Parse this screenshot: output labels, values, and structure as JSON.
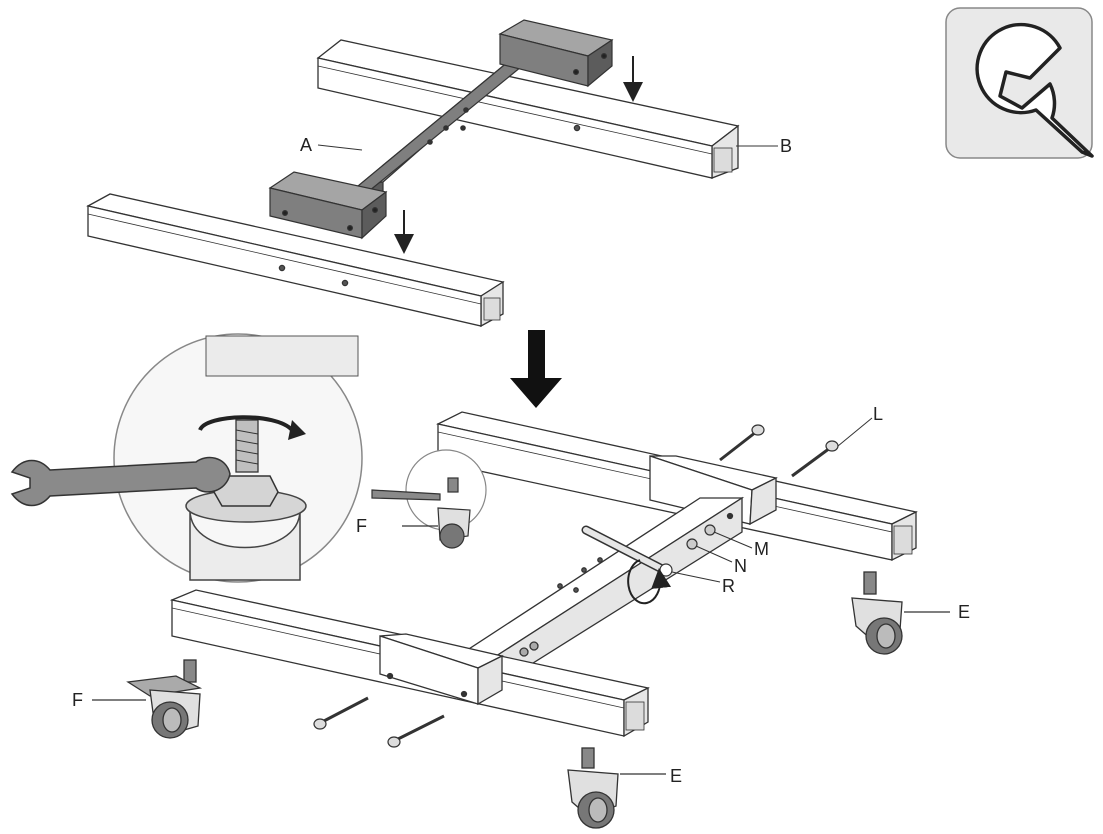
{
  "labels": {
    "A": "A",
    "B": "B",
    "L": "L",
    "M": "M",
    "N": "N",
    "R": "R",
    "E1": "E",
    "E2": "E",
    "F1": "F",
    "F2": "F"
  },
  "icons": {
    "tool": "wrench-icon"
  },
  "colors": {
    "line": "#333333",
    "frame_gray": "#7f7f7f",
    "frame_gray_dark": "#5c5c5c",
    "frame_gray_light": "#a5a5a5",
    "beam_face": "#ffffff",
    "beam_side": "#e6e6e6",
    "icon_bg": "#e9e9e9"
  }
}
